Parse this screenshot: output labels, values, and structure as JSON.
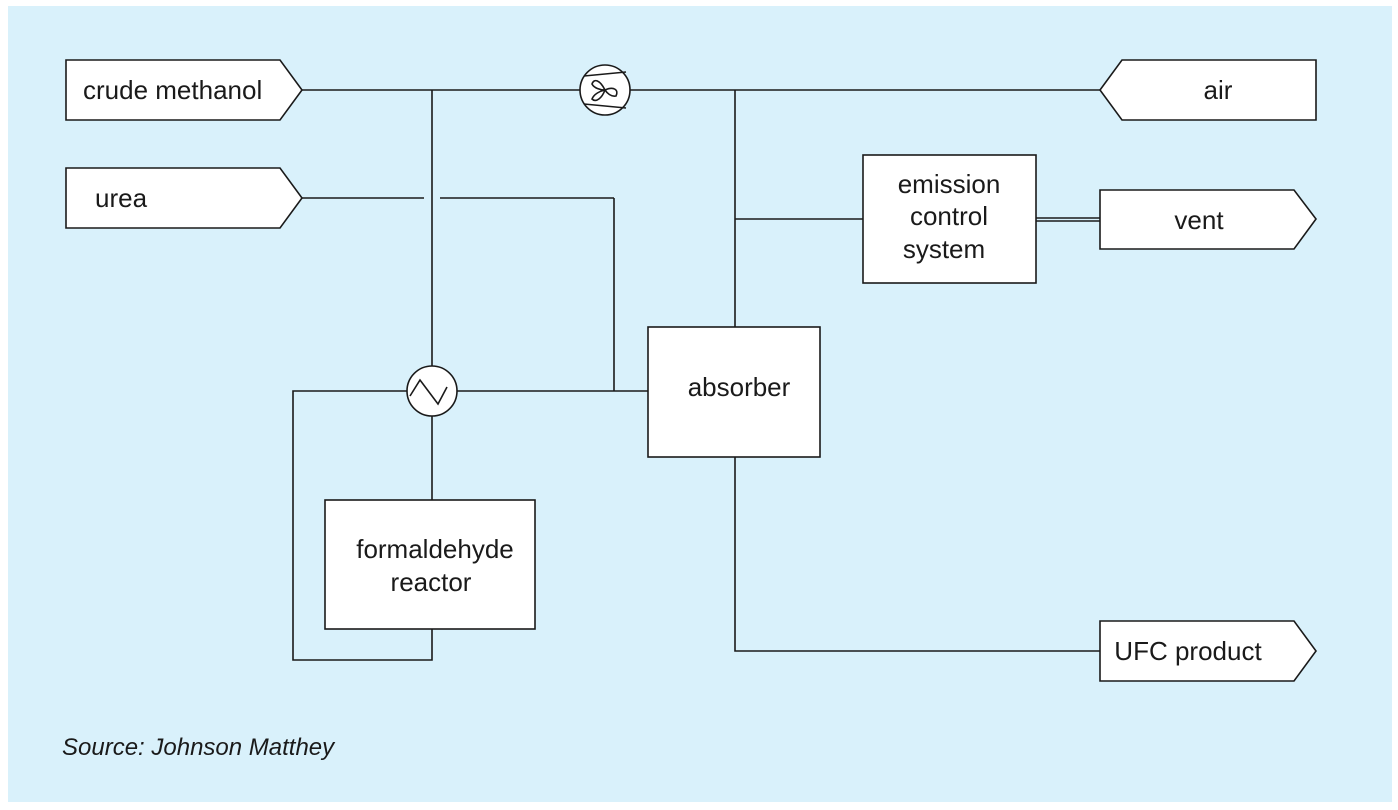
{
  "colors": {
    "background": "#d9f1fb",
    "box_fill": "#ffffff",
    "line": "#1a1a1a"
  },
  "inputs": {
    "crude_methanol": "crude methanol",
    "urea": "urea",
    "air": "air"
  },
  "outputs": {
    "vent": "vent",
    "ufc_product": "UFC product"
  },
  "units": {
    "emission_control": [
      "emission",
      "control",
      "system"
    ],
    "absorber": "absorber",
    "formaldehyde_reactor": [
      "formaldehyde",
      "reactor"
    ]
  },
  "symbols": {
    "blower": "fan-icon",
    "heat_exchanger": "heat-exchanger-icon"
  },
  "source": "Source: Johnson Matthey"
}
